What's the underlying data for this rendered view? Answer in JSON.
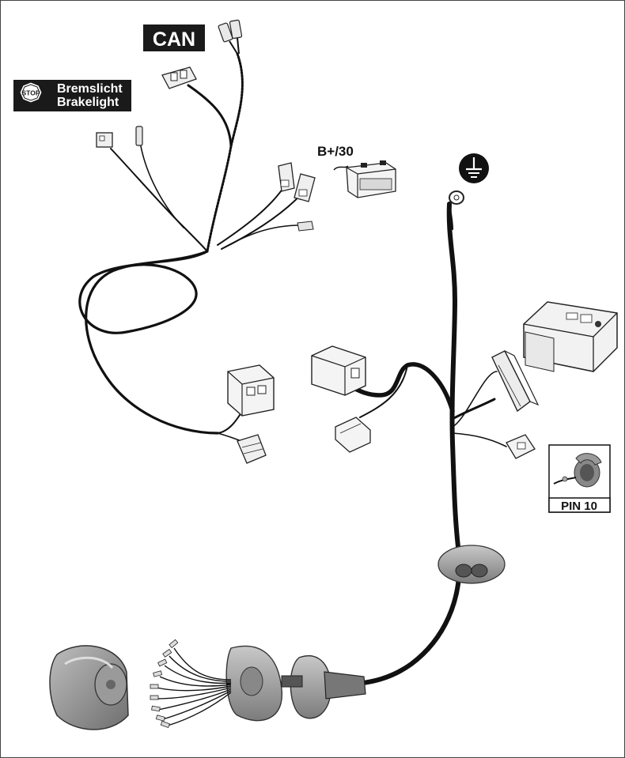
{
  "labels": {
    "can": "CAN",
    "stop_icon": "STOP",
    "brakelight_de": "Bremslicht",
    "brakelight_en": "Brakelight",
    "battery": "B+/30",
    "pin": "PIN 10"
  },
  "icons": {
    "stop": "stop-sign-icon",
    "ground": "ground-icon",
    "battery": "battery-icon"
  },
  "colors": {
    "wire": "#111111",
    "label_bg": "#1a1a1a",
    "label_text": "#ffffff",
    "part_grey": "#8c8c8c",
    "part_light": "#d6d6d6"
  }
}
